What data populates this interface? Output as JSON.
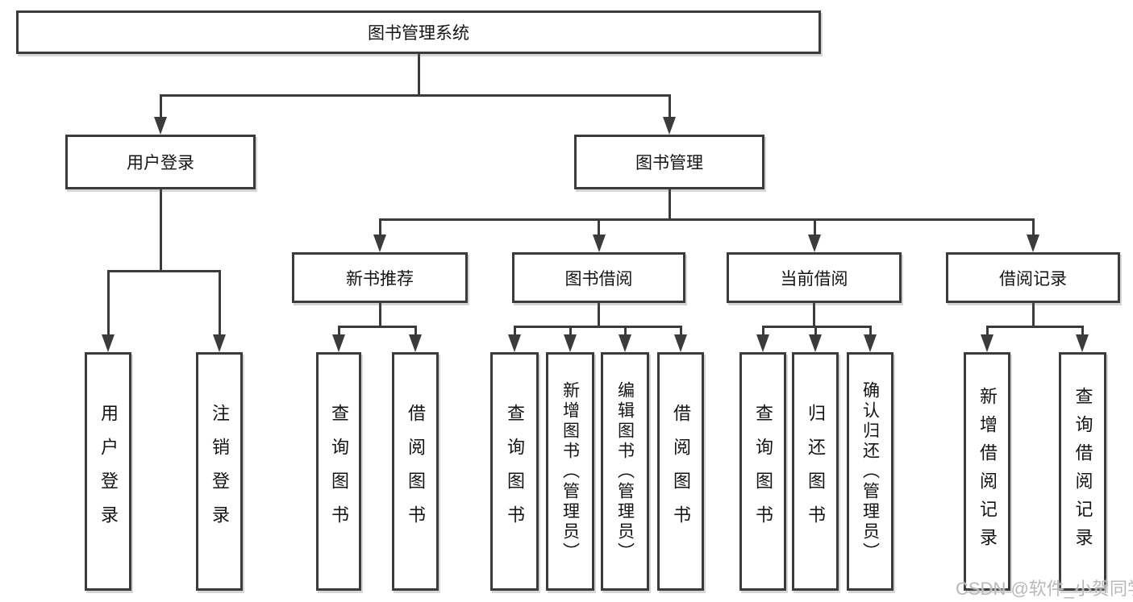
{
  "tree": {
    "root": {
      "label": "图书管理系统"
    },
    "branches": [
      {
        "label": "用户登录",
        "children": [
          {
            "label": "用户登录"
          },
          {
            "label": "注销登录"
          }
        ]
      },
      {
        "label": "图书管理",
        "groups": [
          {
            "label": "新书推荐",
            "children": [
              {
                "label": "查询图书"
              },
              {
                "label": "借阅图书"
              }
            ]
          },
          {
            "label": "图书借阅",
            "children": [
              {
                "label": "查询图书"
              },
              {
                "label": "新增图书（管理员）"
              },
              {
                "label": "编辑图书（管理员）"
              },
              {
                "label": "借阅图书"
              }
            ]
          },
          {
            "label": "当前借阅",
            "children": [
              {
                "label": "查询图书"
              },
              {
                "label": "归还图书"
              },
              {
                "label": "确认归还（管理员）"
              }
            ]
          },
          {
            "label": "借阅记录",
            "children": [
              {
                "label": "新增借阅记录"
              },
              {
                "label": "查询借阅记录"
              }
            ]
          }
        ]
      }
    ]
  },
  "watermark": {
    "text": "CSDN @软件_小贺同学"
  },
  "colors": {
    "line": "#3b3b3b",
    "text": "#141414",
    "background": "#ffffff",
    "watermark": "#b9b9b9"
  }
}
